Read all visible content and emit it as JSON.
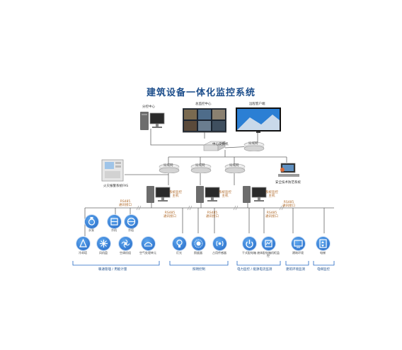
{
  "title": "建筑设备一体化监控系统",
  "top": {
    "branch_center": "分控中心",
    "main_center": "总监控中心",
    "remote_client": "远程客户端",
    "central_switch": "中心交换机",
    "network": "局域网",
    "fire_system": "火灾报警系统FAS",
    "security_system": "安全技术防范系统",
    "hosts": [
      "系统监控\n主机",
      "系统监控\n主机",
      "系统监控\n主机"
    ],
    "rs485": [
      "RS485\n通讯接口",
      "RS485\n通讯接口",
      "RS485\n通讯接口",
      "RS485\n通讯接口"
    ]
  },
  "groups": {
    "hvac": {
      "label": "暖通管理 / 用能计量",
      "top_icons": [
        "水泵",
        "冷机",
        "冷塔"
      ],
      "bottom_icons": [
        "冷却塔",
        "风机盘",
        "空调机组",
        "空气处理单元"
      ]
    },
    "lighting": {
      "label": "照明控制",
      "icons": [
        "灯光",
        "照度器",
        "占用传感器"
      ]
    },
    "power": {
      "label": "电力监控 / 能源电流监测",
      "icons": [
        "干式配电箱",
        "液体配电箱机柜监控"
      ]
    },
    "environment": {
      "label": "建筑环境监测",
      "icons": [
        "建筑环境"
      ]
    },
    "elevator": {
      "label": "电梯监控",
      "icons": [
        "电梯"
      ]
    }
  }
}
